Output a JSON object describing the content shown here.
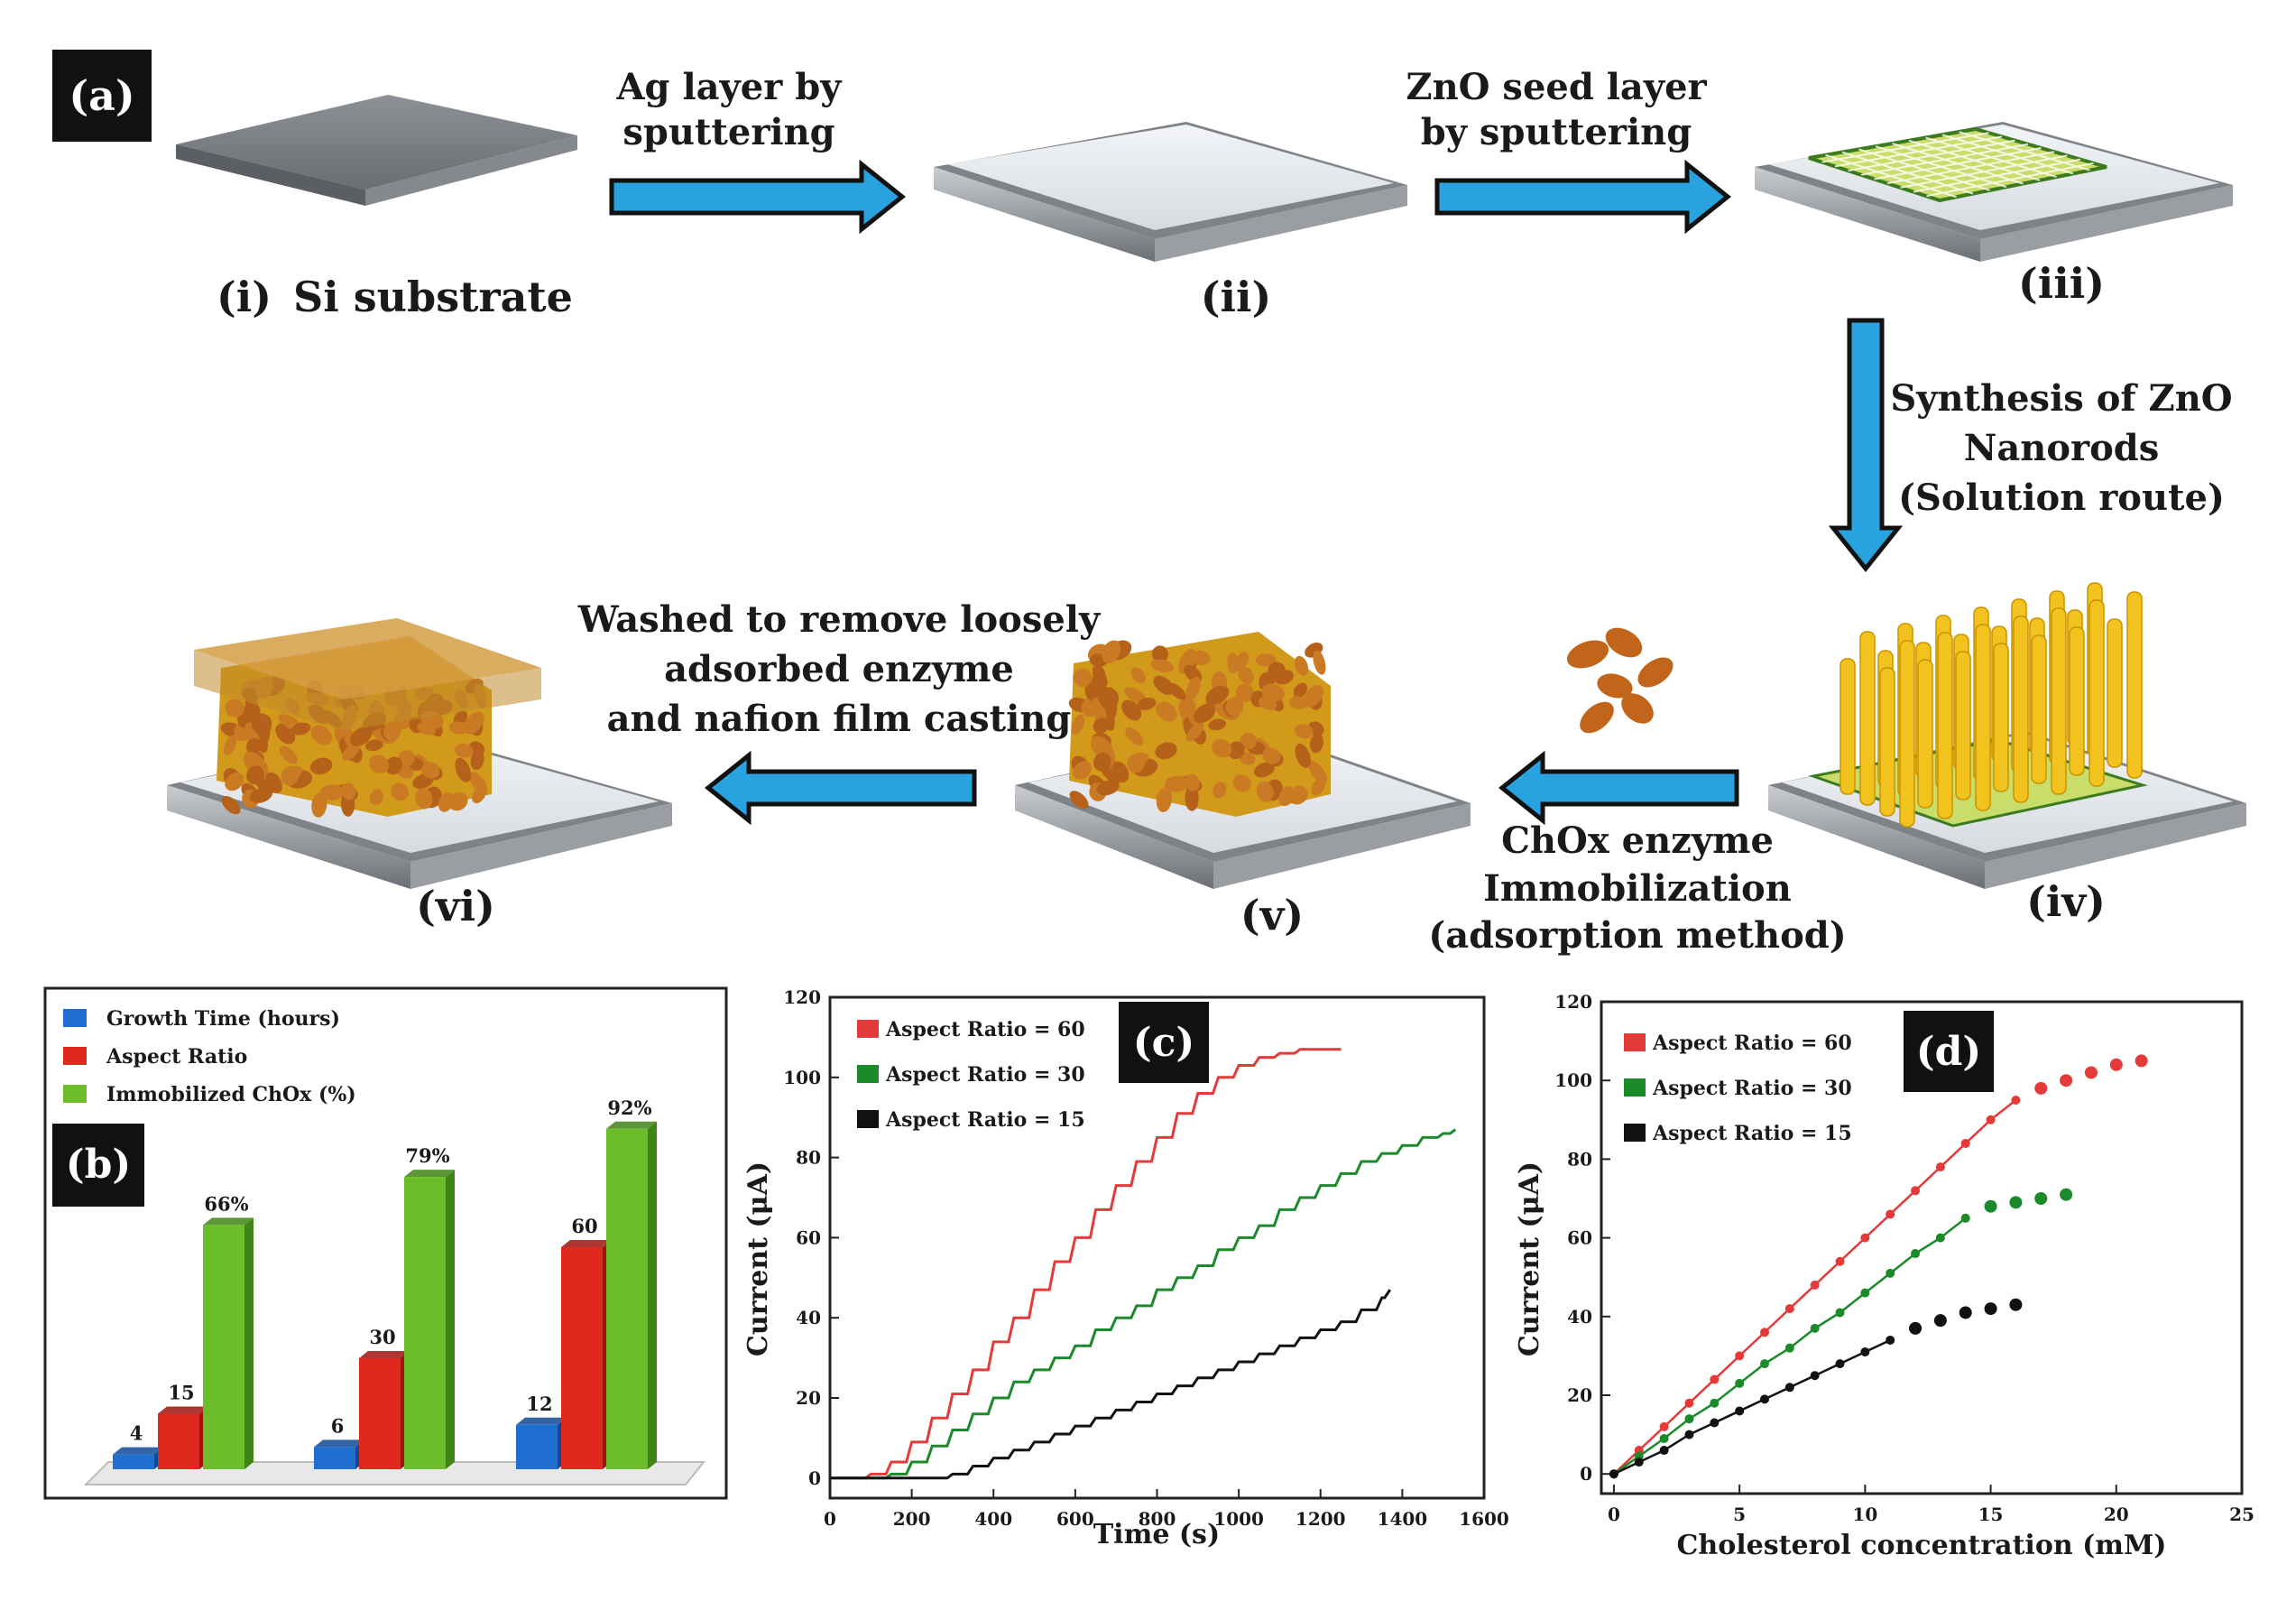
{
  "panel_a": {
    "tag": "(a)",
    "steps": [
      {
        "label": "(i)",
        "caption": "Si substrate"
      },
      {
        "label": "(ii)"
      },
      {
        "label": "(iii)"
      },
      {
        "label": "(iv)"
      },
      {
        "label": "(v)"
      },
      {
        "label": "(vi)"
      }
    ],
    "arrows": {
      "a1": [
        "Ag layer by",
        "sputtering"
      ],
      "a2": [
        "ZnO seed layer",
        "by sputtering"
      ],
      "a3": [
        "Synthesis of ZnO",
        "Nanorods",
        "(Solution route)"
      ],
      "a4": [
        "ChOx enzyme",
        "Immobilization",
        "(adsorption method)"
      ],
      "a5": [
        "Washed to remove loosely",
        "adsorbed enzyme",
        "and nafion film casting"
      ]
    },
    "colors": {
      "arrow": "#29a3e0",
      "substrate": "#7d7f85",
      "nanorod": "#f2c21e",
      "enzyme": "#c0651a",
      "seed": "#b8d24a"
    }
  },
  "chart_data": [
    {
      "panel": "(b)",
      "type": "bar",
      "series": [
        {
          "name": "Growth Time (hours)",
          "color": "#1f6fd1",
          "values": [
            4,
            6,
            12
          ],
          "labels": [
            "4",
            "6",
            "12"
          ]
        },
        {
          "name": "Aspect Ratio",
          "color": "#e0281e",
          "values": [
            15,
            30,
            60
          ],
          "labels": [
            "15",
            "30",
            "60"
          ]
        },
        {
          "name": "Immobilized ChOx (%)",
          "color": "#6cbd2a",
          "values": [
            66,
            79,
            92
          ],
          "labels": [
            "66%",
            "79%",
            "92%"
          ]
        }
      ],
      "legend_position": "top-left"
    },
    {
      "panel": "(c)",
      "type": "line",
      "xlabel": "Time (s)",
      "ylabel": "Current (μA)",
      "xlim": [
        0,
        1600
      ],
      "ylim": [
        -5,
        120
      ],
      "xticks": [
        0,
        200,
        400,
        600,
        800,
        1000,
        1200,
        1400,
        1600
      ],
      "yticks": [
        0,
        20,
        40,
        60,
        80,
        100,
        120
      ],
      "series": [
        {
          "name": "Aspect Ratio = 60",
          "color": "#e53a3a",
          "step": 50,
          "start": 100,
          "end": 1250,
          "max": 107,
          "points": [
            [
              0,
              0
            ],
            [
              100,
              1
            ],
            [
              150,
              4
            ],
            [
              200,
              9
            ],
            [
              250,
              15
            ],
            [
              300,
              21
            ],
            [
              350,
              27
            ],
            [
              400,
              34
            ],
            [
              450,
              40
            ],
            [
              500,
              47
            ],
            [
              550,
              54
            ],
            [
              600,
              60
            ],
            [
              650,
              67
            ],
            [
              700,
              73
            ],
            [
              750,
              79
            ],
            [
              800,
              85
            ],
            [
              850,
              91
            ],
            [
              900,
              96
            ],
            [
              950,
              100
            ],
            [
              1000,
              103
            ],
            [
              1050,
              105
            ],
            [
              1100,
              106
            ],
            [
              1150,
              107
            ],
            [
              1200,
              107
            ],
            [
              1250,
              107
            ]
          ]
        },
        {
          "name": "Aspect Ratio = 30",
          "color": "#1a8a2a",
          "step": 50,
          "start": 150,
          "end": 1530,
          "max": 87,
          "points": [
            [
              0,
              0
            ],
            [
              150,
              1
            ],
            [
              200,
              4
            ],
            [
              250,
              8
            ],
            [
              300,
              12
            ],
            [
              350,
              16
            ],
            [
              400,
              20
            ],
            [
              450,
              24
            ],
            [
              500,
              27
            ],
            [
              550,
              30
            ],
            [
              600,
              33
            ],
            [
              650,
              37
            ],
            [
              700,
              40
            ],
            [
              750,
              43
            ],
            [
              800,
              47
            ],
            [
              850,
              50
            ],
            [
              900,
              53
            ],
            [
              950,
              57
            ],
            [
              1000,
              60
            ],
            [
              1050,
              63
            ],
            [
              1100,
              67
            ],
            [
              1150,
              70
            ],
            [
              1200,
              73
            ],
            [
              1250,
              76
            ],
            [
              1300,
              79
            ],
            [
              1350,
              81
            ],
            [
              1400,
              83
            ],
            [
              1450,
              85
            ],
            [
              1500,
              86
            ],
            [
              1530,
              87
            ]
          ]
        },
        {
          "name": "Aspect Ratio = 15",
          "color": "#111111",
          "step": 50,
          "start": 300,
          "end": 1370,
          "max": 47,
          "points": [
            [
              0,
              0
            ],
            [
              300,
              1
            ],
            [
              350,
              3
            ],
            [
              400,
              5
            ],
            [
              450,
              7
            ],
            [
              500,
              9
            ],
            [
              550,
              11
            ],
            [
              600,
              13
            ],
            [
              650,
              15
            ],
            [
              700,
              17
            ],
            [
              750,
              19
            ],
            [
              800,
              21
            ],
            [
              850,
              23
            ],
            [
              900,
              25
            ],
            [
              950,
              27
            ],
            [
              1000,
              29
            ],
            [
              1050,
              31
            ],
            [
              1100,
              33
            ],
            [
              1150,
              35
            ],
            [
              1200,
              37
            ],
            [
              1250,
              39
            ],
            [
              1300,
              42
            ],
            [
              1350,
              45
            ],
            [
              1370,
              47
            ]
          ]
        }
      ],
      "legend_position": "top-left"
    },
    {
      "panel": "(d)",
      "type": "scatter",
      "xlabel": "Cholesterol concentration (mM)",
      "ylabel": "Current (μA)",
      "xlim": [
        -0.5,
        25
      ],
      "ylim": [
        -5,
        120
      ],
      "xticks": [
        0,
        5,
        10,
        15,
        20,
        25
      ],
      "yticks": [
        0,
        20,
        40,
        60,
        80,
        100,
        120
      ],
      "series": [
        {
          "name": "Aspect Ratio = 60",
          "color": "#e53a3a",
          "x": [
            0,
            1,
            2,
            3,
            4,
            5,
            6,
            7,
            8,
            9,
            10,
            11,
            12,
            13,
            14,
            15,
            16,
            17,
            18,
            19,
            20,
            21
          ],
          "y": [
            0,
            6,
            12,
            18,
            24,
            30,
            36,
            42,
            48,
            54,
            60,
            66,
            72,
            78,
            84,
            90,
            95,
            98,
            100,
            102,
            104,
            105
          ],
          "fit_until": 16
        },
        {
          "name": "Aspect Ratio = 30",
          "color": "#1a8a2a",
          "x": [
            0,
            1,
            2,
            3,
            4,
            5,
            6,
            7,
            8,
            9,
            10,
            11,
            12,
            13,
            14,
            15,
            16,
            17,
            18
          ],
          "y": [
            0,
            4.5,
            9,
            14,
            18,
            23,
            28,
            32,
            37,
            41,
            46,
            51,
            56,
            60,
            65,
            68,
            69,
            70,
            71
          ],
          "fit_until": 14
        },
        {
          "name": "Aspect Ratio = 15",
          "color": "#111111",
          "x": [
            0,
            1,
            2,
            3,
            4,
            5,
            6,
            7,
            8,
            9,
            10,
            11,
            12,
            13,
            14,
            15,
            16
          ],
          "y": [
            0,
            3,
            6,
            10,
            13,
            16,
            19,
            22,
            25,
            28,
            31,
            34,
            37,
            39,
            41,
            42,
            43
          ],
          "fit_until": 11
        }
      ],
      "legend_position": "top-left"
    }
  ]
}
